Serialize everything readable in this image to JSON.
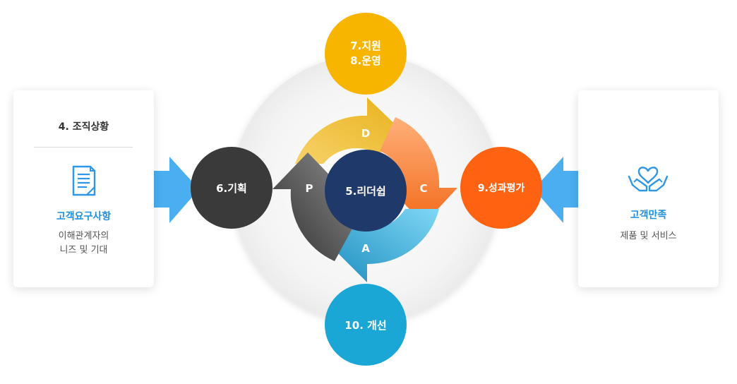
{
  "left_card": {
    "title": "4. 조직상황",
    "subtitle": "고객요구사항",
    "desc_line1": "이해관계자의",
    "desc_line2": "니즈 및 기대",
    "icon": "document-icon"
  },
  "right_card": {
    "subtitle": "고객만족",
    "desc": "제품 및 서비스",
    "icon": "hands-heart-icon"
  },
  "circles": {
    "planning": "6.기획",
    "support_line1": "7.지원",
    "support_line2": "8.운영",
    "leadership": "5.리더쉽",
    "performance": "9.성과평가",
    "improvement": "10. 개선"
  },
  "pdca": {
    "p": "P",
    "d": "D",
    "c": "C",
    "a": "A"
  },
  "colors": {
    "planning": "#3a3a3a",
    "support": "#f7b500",
    "leadership": "#1f3a6a",
    "performance": "#ff6211",
    "improvement": "#1aa7d6",
    "blue_accent": "#1f8fde",
    "side_arrow": "#4aaef0"
  }
}
